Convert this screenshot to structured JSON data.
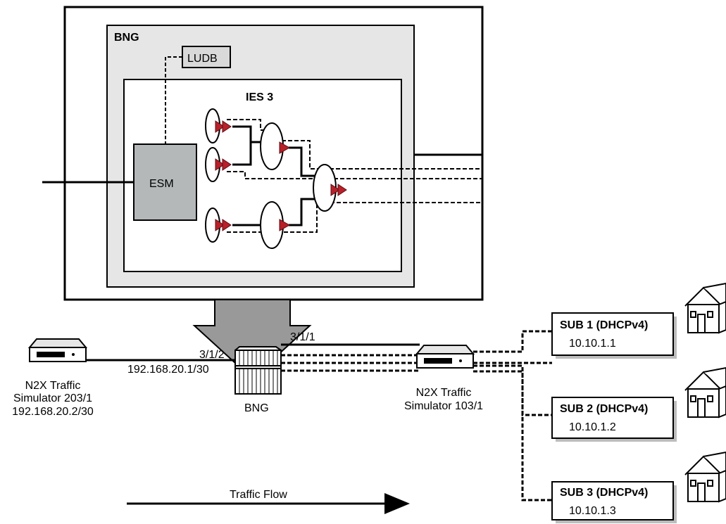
{
  "top": {
    "bng_title": "BNG",
    "ludb_label": "LUDB",
    "ies_label": "IES 3",
    "esm_label": "ESM"
  },
  "network": {
    "left_port": "3/1/2",
    "left_ip": "192.168.20.1/30",
    "right_port": "3/1/1",
    "bng_label": "BNG",
    "sim_left": [
      "N2X Traffic",
      "Simulator 203/1",
      "192.168.20.2/30"
    ],
    "sim_right": [
      "N2X Traffic",
      "Simulator 103/1"
    ],
    "traffic_flow": "Traffic Flow"
  },
  "subscribers": [
    {
      "name": "SUB 1 (DHCPv4)",
      "ip": "10.10.1.1"
    },
    {
      "name": "SUB 2 (DHCPv4)",
      "ip": "10.10.1.2"
    },
    {
      "name": "SUB 3 (DHCPv4)",
      "ip": "10.10.1.3"
    }
  ],
  "colors": {
    "outer_fill": "#e6e6e6",
    "esm_fill": "#b4b8b9",
    "scheduler_red": "#b8202a",
    "ludb_fill": "#d9d9d9"
  }
}
